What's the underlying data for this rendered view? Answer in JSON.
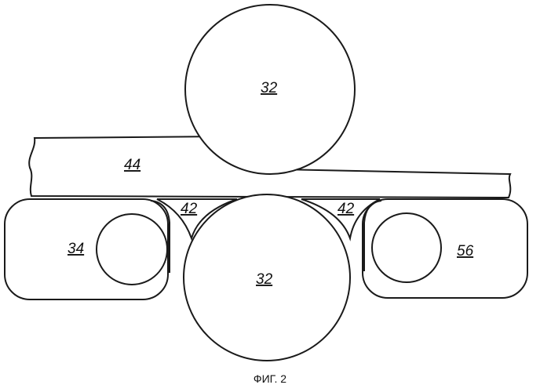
{
  "figure": {
    "caption": "ФИГ. 2",
    "labels": {
      "roller_top": "32",
      "roller_bottom": "32",
      "web": "44",
      "wedge_left": "42",
      "wedge_right": "42",
      "block_left": "34",
      "block_right": "56"
    }
  }
}
